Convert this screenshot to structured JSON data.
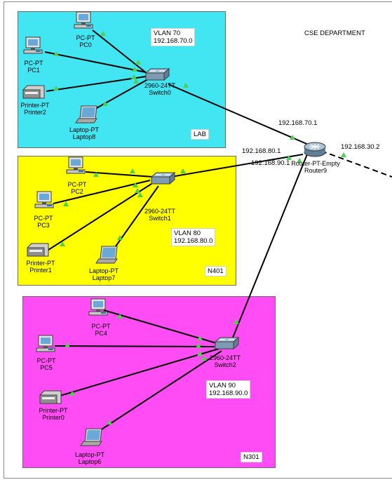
{
  "title": "CSE DEPARTMENT",
  "colors": {
    "lab": "#41e6f2",
    "n401": "#ffff00",
    "n301": "#ff4cf5",
    "link": "#000000",
    "port": "#4fcf4f"
  },
  "zones": {
    "lab": {
      "tag": "LAB",
      "vlan": "VLAN 70",
      "subnet": "192.168.70.0"
    },
    "n401": {
      "tag": "N401",
      "vlan": "VLAN 80",
      "subnet": "192.168.80.0"
    },
    "n301": {
      "tag": "N301",
      "vlan": "VLAN 90",
      "subnet": "192.168.90.0"
    }
  },
  "devices": {
    "pc0": {
      "type": "PC-PT",
      "name": "PC0"
    },
    "pc1": {
      "type": "PC-PT",
      "name": "PC1"
    },
    "printer2": {
      "type": "Printer-PT",
      "name": "Printer2"
    },
    "laptop8": {
      "type": "Laptop-PT",
      "name": "Laptop8"
    },
    "switch0": {
      "type": "2960-24TT",
      "name": "Switch0"
    },
    "pc2": {
      "type": "PC-PT",
      "name": "PC2"
    },
    "pc3": {
      "type": "PC-PT",
      "name": "PC3"
    },
    "printer1": {
      "type": "Printer-PT",
      "name": "Printer1"
    },
    "laptop7": {
      "type": "Laptop-PT",
      "name": "Laptop7"
    },
    "switch1": {
      "type": "2960-24TT",
      "name": "Switch1"
    },
    "pc4": {
      "type": "PC-PT",
      "name": "PC4"
    },
    "pc5": {
      "type": "PC-PT",
      "name": "PC5"
    },
    "printer0": {
      "type": "Printer-PT",
      "name": "Printer0"
    },
    "laptop6": {
      "type": "Laptop-PT",
      "name": "Laptop6"
    },
    "switch2": {
      "type": "2960-24TT",
      "name": "Switch2"
    },
    "router9": {
      "type": "Router-PT-Empty",
      "name": "Router9"
    }
  },
  "router_ips": {
    "vlan70": "192.168.70.1",
    "vlan80": "192.168.80.1",
    "vlan90": "192.168.90.1",
    "wan": "192.168.30.2"
  }
}
